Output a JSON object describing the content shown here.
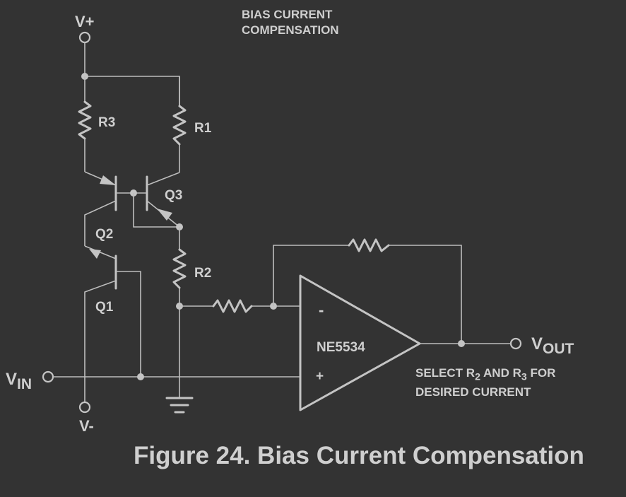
{
  "caption_top": {
    "line1": "BIAS CURRENT",
    "line2": "COMPENSATION"
  },
  "figure_caption": "Figure 24. Bias Current Compensation",
  "note": {
    "line1_prefix": "SELECT R",
    "line1_sub2": "2",
    "line1_mid": " AND R",
    "line1_sub3": "3",
    "line1_suffix": " FOR",
    "line2": "DESIRED CURRENT"
  },
  "labels": {
    "vplus": "V+",
    "vminus": "V-",
    "vin_main": "V",
    "vin_sub": "IN",
    "vout_main": "V",
    "vout_sub": "OUT",
    "r1": "R1",
    "r2": "R2",
    "r3": "R3",
    "q1": "Q1",
    "q2": "Q2",
    "q3": "Q3",
    "opamp": "NE5534",
    "minus": "-",
    "plus": "+"
  }
}
